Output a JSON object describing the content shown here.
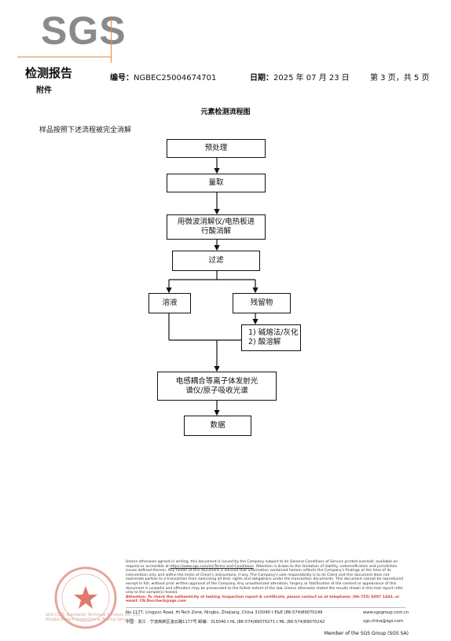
{
  "header": {
    "logo_text": "SGS",
    "report_title": "检测报告",
    "attachment": "附件",
    "no_label": "编号：",
    "no_value": "NGBEC25004674701",
    "date_label": "日期：",
    "date_value": "2025 年 07 月 23 日",
    "page_text": "第 3 页，共 5 页"
  },
  "doc": {
    "title": "元素检测流程图",
    "intro": "样品按照下述流程被完全消解"
  },
  "flow": {
    "step1": "预处理",
    "step2": "量取",
    "step3a": "用微波消解仪/电热板进",
    "step3b": "行酸消解",
    "step4": "过滤",
    "solution": "溶液",
    "residue": "残留物",
    "residue_m1": "1) 碱熔法/灰化",
    "residue_m2": "2) 酸溶解",
    "step5a": "电感耦合等离子体发射光",
    "step5b": "谱仪/原子吸收光谱",
    "step6": "数据"
  },
  "footer": {
    "legal": "Unless otherwise agreed in writing, this document is issued by the Company subject to its General Conditions of Service printed overleaf, available on request or accessible at",
    "legal_link": "https://www.sgs.com/en/Terms-and-Conditions",
    "legal2": ". Attention is drawn to the limitation of liability, indemnification and jurisdiction issues defined therein. Any holder of this document is advised that information contained hereon reflects the Company's findings at the time of its intervention only and within the limits of Client's instructions, if any. The Company's sole responsibility is to its Client and this document does not exonerate parties to a transaction from exercising all their rights and obligations under the transaction documents. This document cannot be reproduced except in full, without prior written approval of the Company. Any unauthorized alteration, forgery or falsification of the content or appearance of this document is unlawful and offenders may be prosecuted to the fullest extent of the law. Unless otherwise stated the results shown in this test report refer only to the sample(s) tested.",
    "attention": "Attention: To check the authenticity of testing /inspection report & certificate, please contact us at telephone: (86-755) 8307 1443, or email: CN.Doccheck@sgs.com",
    "addr_en": "No.1177, Lingyun Road, Hi-Tech Zone, Ningbo, Zhejiang, China  315040    t E&E (86-574)89070249",
    "web_en": "www.sgsgroup.com.cn",
    "addr_cn": "中国 · 浙江 · 宁波高新区凌云路1177号      邮编：315040    t HL (86-574)89070271  t ML (86-574)89070242",
    "web_cn": "sgs.china@sgs.com",
    "member": "Member of the SGS Group (SGS SA)",
    "seal_caption": "SGS-CSTC Standards Technical Services Co., Ltd.",
    "seal_caption2": "Ningbo Branch Inspection & Testing Services"
  }
}
